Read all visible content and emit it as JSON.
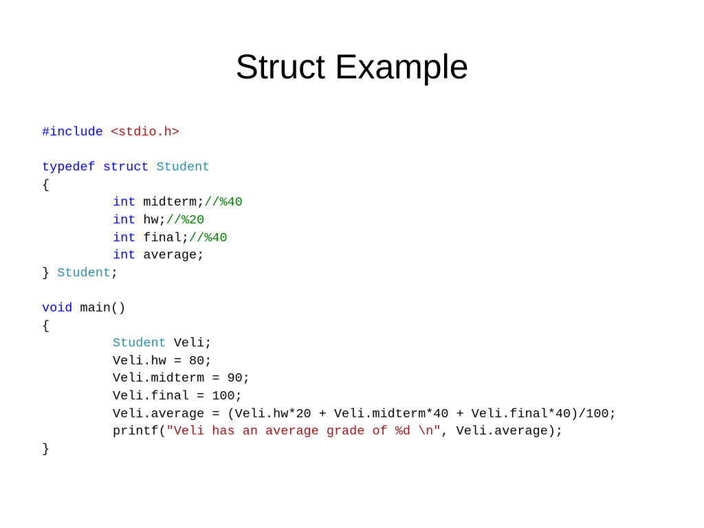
{
  "slide": {
    "title": "Struct Example"
  },
  "code": {
    "include_directive": "#include",
    "include_header": "<stdio.h>",
    "kw_typedef": "typedef",
    "kw_struct": "struct",
    "type_student": "Student",
    "open_brace": "{",
    "close_brace": "}",
    "kw_int": "int",
    "kw_void": "void",
    "semicolon": ";",
    "field_midterm": "midterm;",
    "field_midterm_comment": "//%40",
    "field_hw": "hw;",
    "field_hw_comment": "//%20",
    "field_final": "final;",
    "field_final_comment": "//%40",
    "field_average": "average;",
    "main_signature": "main()",
    "decl_veli": "Veli;",
    "assign_hw": "Veli.hw = 80;",
    "assign_midterm": "Veli.midterm = 90;",
    "assign_final": "Veli.final = 100;",
    "assign_average": "Veli.average = (Veli.hw*20 + Veli.midterm*40 + Veli.final*40)/100;",
    "printf_open": "printf(",
    "printf_string": "\"Veli has an average grade of %d \\n\"",
    "printf_args": ", Veli.average);"
  },
  "colors": {
    "keyword": "#0000ff",
    "type": "#2b91af",
    "comment": "#008000",
    "string": "#a31515",
    "text": "#000000",
    "background": "#ffffff"
  }
}
